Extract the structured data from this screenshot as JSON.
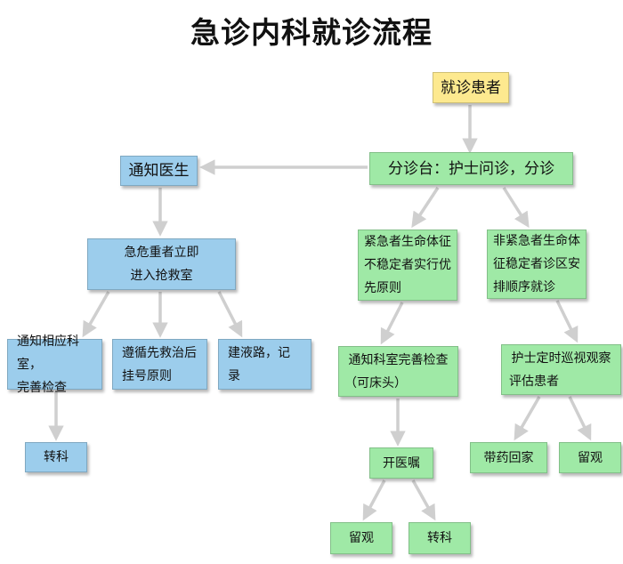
{
  "title": "急诊内科就诊流程",
  "nodes": {
    "patient": "就诊患者",
    "triage": "分诊台：护士问诊，分诊",
    "notify_doctor": "通知医生",
    "emergency": [
      "急危重者立即",
      "进入抢救室"
    ],
    "notify_dept": [
      "通知相应科室，",
      "完善检查"
    ],
    "treat_first": [
      "遵循先救治后",
      "挂号原则"
    ],
    "iv_record": [
      "建液路，记",
      "录"
    ],
    "transfer_left": "转科",
    "urgent_unstable": [
      "紧急者生命体征",
      "不稳定者实行优",
      "先原则"
    ],
    "nonurgent_stable": [
      "非紧急者生命体",
      "征稳定者诊区安",
      "排顺序就诊"
    ],
    "notify_exam": [
      "通知科室完善检查",
      "（可床头）"
    ],
    "nurse_patrol": [
      "护士定时巡视观察",
      "评估患者"
    ],
    "orders": "开医嘱",
    "observe_bottom": "留观",
    "transfer_bottom": "转科",
    "meds_home": "带药回家",
    "observe_right": "留观"
  },
  "colors": {
    "start": "#fde98f",
    "doctor_branch": "#9ccdec",
    "nurse_branch": "#9fe9a6",
    "arrow": "#cfcfcf"
  }
}
